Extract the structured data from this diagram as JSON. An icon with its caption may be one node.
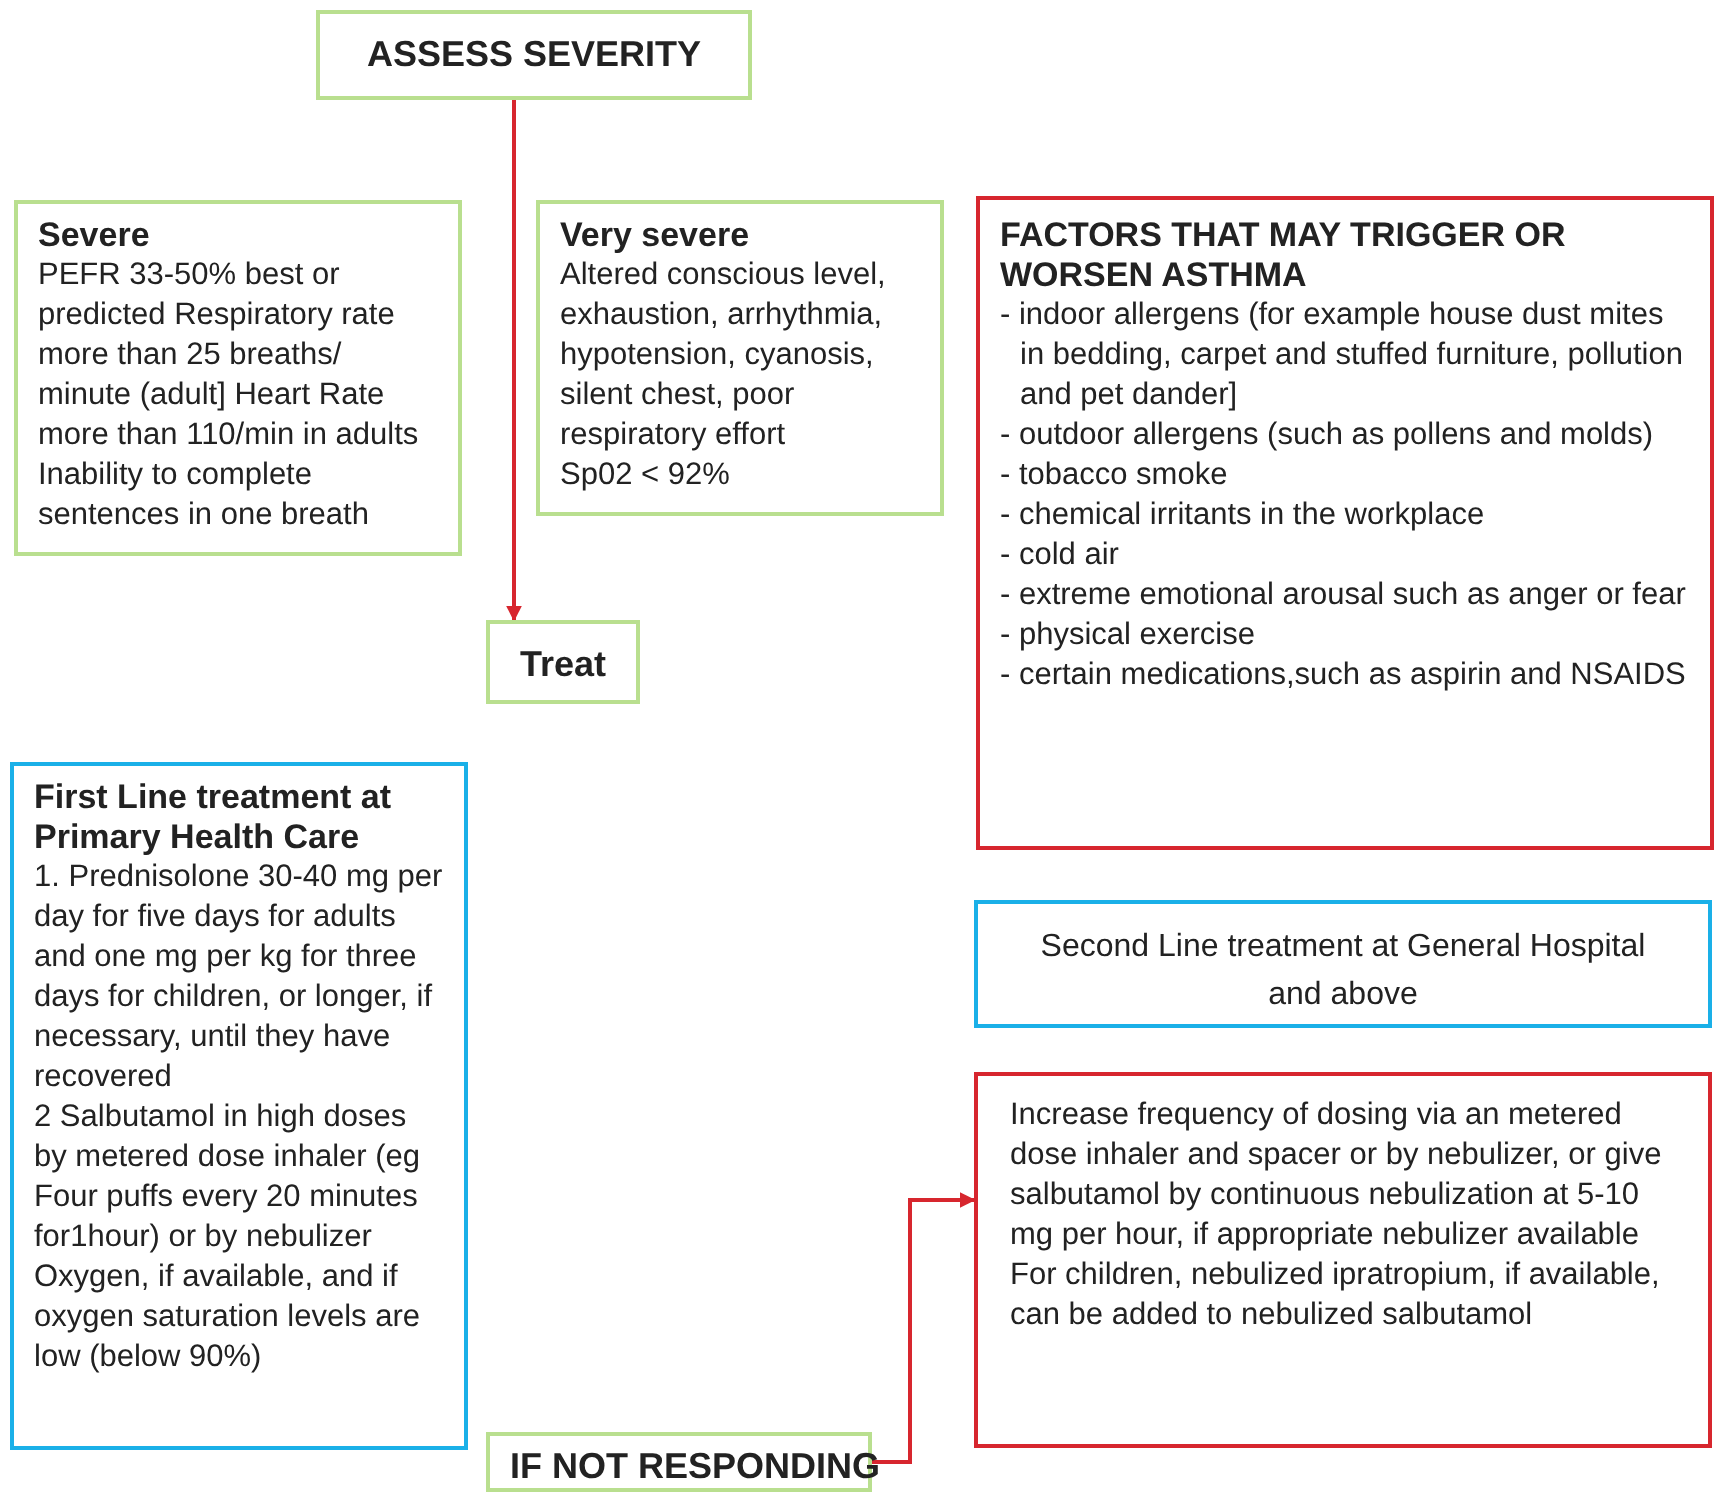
{
  "diagram": {
    "nodes": [
      {
        "text": [
          "ASSESS SEVERITY"
        ]
      },
      {
        "text": [
          "Severe",
          "PEFR 33-50% best or predicted Respiratory rate more than 25 breaths/ minute (adult] Heart Rate more than 110/min in adults Inability to complete sentences in one breath"
        ]
      },
      {
        "text": [
          "Very severe",
          "Altered conscious level, exhaustion, arrhythmia, hypotension, cyanosis, silent chest, poor respiratory effort",
          "Sp02 < 92%"
        ]
      },
      {
        "text": [
          "FACTORS THAT MAY TRIGGER OR WORSEN ASTHMA",
          "- indoor allergens (for example house dust mites in bedding, carpet and stuffed furniture, pollution and pet dander]",
          "- outdoor allergens (such as pollens and molds)",
          "- tobacco smoke",
          "- chemical irritants in the workplace",
          "- cold air",
          "- extreme emotional arousal such as anger or fear",
          "- physical exercise",
          "- certain medications,such as aspirin and NSAIDS"
        ]
      },
      {
        "text": [
          "Treat"
        ]
      },
      {
        "text": [
          "First Line treatment at Primary Health Care",
          "1. Prednisolone 30-40 mg per day for five days for adults and one mg per kg for three days for children, or longer, if necessary, until they have recovered",
          "2 Salbutamol in high doses by metered dose inhaler (eg Four puffs every 20 minutes for1hour) or by nebulizer Oxygen, if available, and if oxygen saturation levels are low (below 90%)"
        ]
      },
      {
        "text": [
          "Second Line treatment at General Hospital and above"
        ]
      },
      {
        "text": [
          "Increase frequency of dosing via an metered dose inhaler and spacer or by nebulizer, or give salbutamol by continuous nebulization at 5-10 mg per hour, if appropriate nebulizer available",
          "For children, nebulized ipratropium, if available, can be added to nebulized salbutamol"
        ]
      },
      {
        "text": [
          "IF NOT RESPONDING"
        ]
      }
    ],
    "edges": [
      {
        "from": 0,
        "to": 4,
        "arrow": "to"
      },
      {
        "from": 8,
        "to": 7,
        "arrow": "to"
      }
    ]
  }
}
